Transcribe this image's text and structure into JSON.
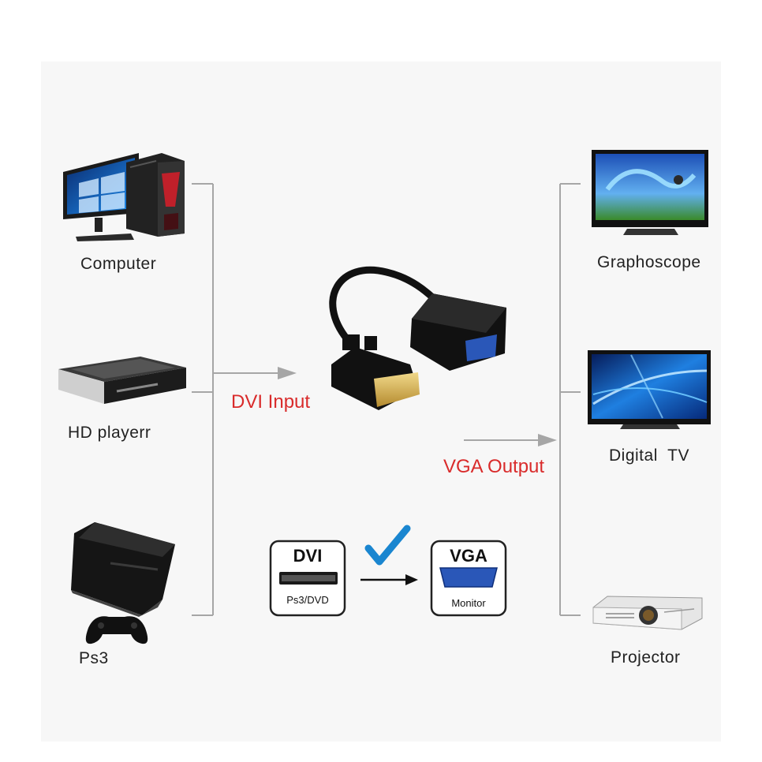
{
  "sources": [
    {
      "id": "computer",
      "label": "Computer",
      "icon": "computer-icon"
    },
    {
      "id": "hd-player",
      "label": "HD playerr",
      "icon": "hd-player-icon"
    },
    {
      "id": "ps3",
      "label": "Ps3",
      "icon": "ps3-icon"
    }
  ],
  "destinations": [
    {
      "id": "graphoscope",
      "label": "Graphoscope",
      "icon": "graphoscope-icon"
    },
    {
      "id": "digital-tv",
      "label": "Digital  TV",
      "icon": "digital-tv-icon"
    },
    {
      "id": "projector",
      "label": "Projector",
      "icon": "projector-icon"
    }
  ],
  "adapter": {
    "input_label": "DVI Input",
    "output_label": "VGA Output",
    "icon": "dvi-to-vga-adapter-icon"
  },
  "legend": {
    "source_title": "DVI",
    "source_sub": "Ps3/DVD",
    "target_title": "VGA",
    "target_sub": "Monitor",
    "check_icon": "checkmark-icon",
    "arrow_icon": "arrow-right-icon"
  },
  "colors": {
    "accent_red": "#d92b2b",
    "check_blue": "#1a86d0",
    "vga_blue": "#2a57b8",
    "bracket_gray": "#a6a6a6"
  }
}
